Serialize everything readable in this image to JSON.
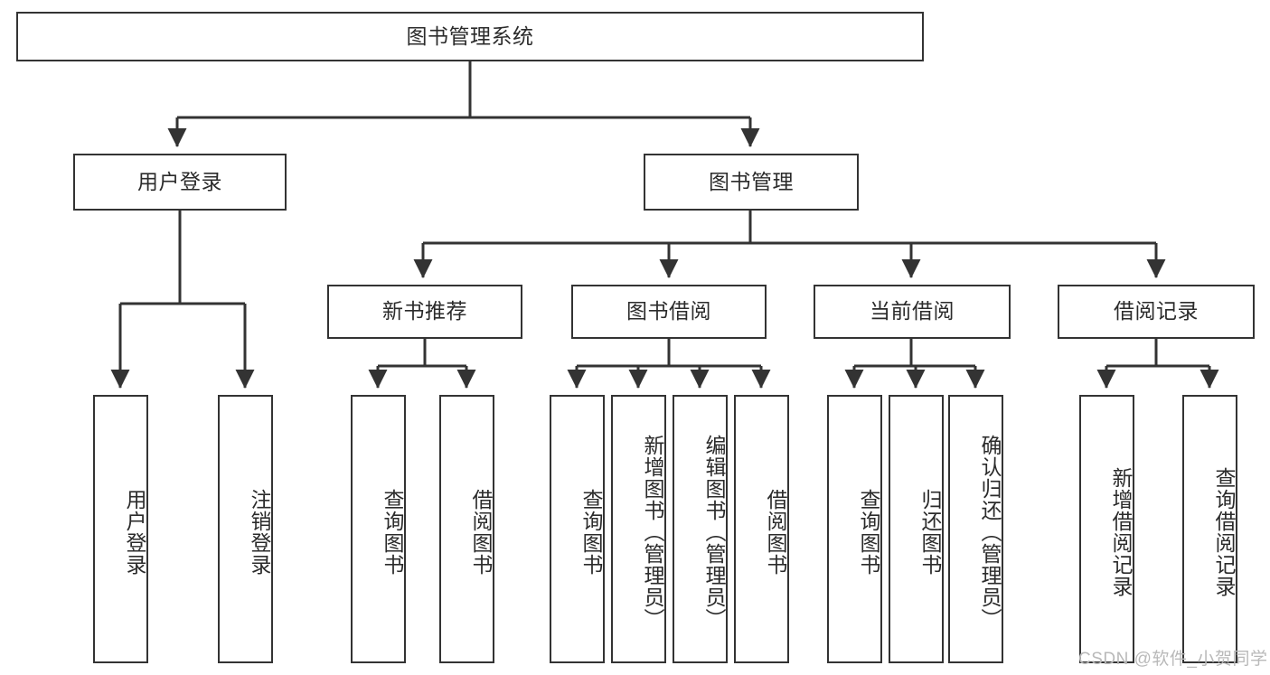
{
  "diagram": {
    "title": "图书管理系统",
    "type": "tree-hierarchy",
    "colors": {
      "box_border": "#333333",
      "box_fill": "#ffffff",
      "text": "#2b2b2b",
      "connector": "#333333",
      "watermark": "#b9b9b9",
      "background": "#ffffff"
    },
    "root": {
      "label": "图书管理系统"
    },
    "level2": [
      {
        "label": "用户登录"
      },
      {
        "label": "图书管理"
      }
    ],
    "level3": [
      {
        "label": "新书推荐"
      },
      {
        "label": "图书借阅"
      },
      {
        "label": "当前借阅"
      },
      {
        "label": "借阅记录"
      }
    ],
    "leaves": {
      "user_login": [
        {
          "label": "用户登录"
        },
        {
          "label": "注销登录"
        }
      ],
      "new_book_recommend": [
        {
          "label": "查询图书"
        },
        {
          "label": "借阅图书"
        }
      ],
      "book_borrow": [
        {
          "label": "查询图书"
        },
        {
          "label": "新增图书（管理员）"
        },
        {
          "label": "编辑图书（管理员）"
        },
        {
          "label": "借阅图书"
        }
      ],
      "current_borrow": [
        {
          "label": "查询图书"
        },
        {
          "label": "归还图书"
        },
        {
          "label": "确认归还（管理员）"
        }
      ],
      "borrow_records": [
        {
          "label": "新增借阅记录"
        },
        {
          "label": "查询借阅记录"
        }
      ]
    }
  },
  "watermark": {
    "text": "CSDN @软件_小贺同学"
  }
}
